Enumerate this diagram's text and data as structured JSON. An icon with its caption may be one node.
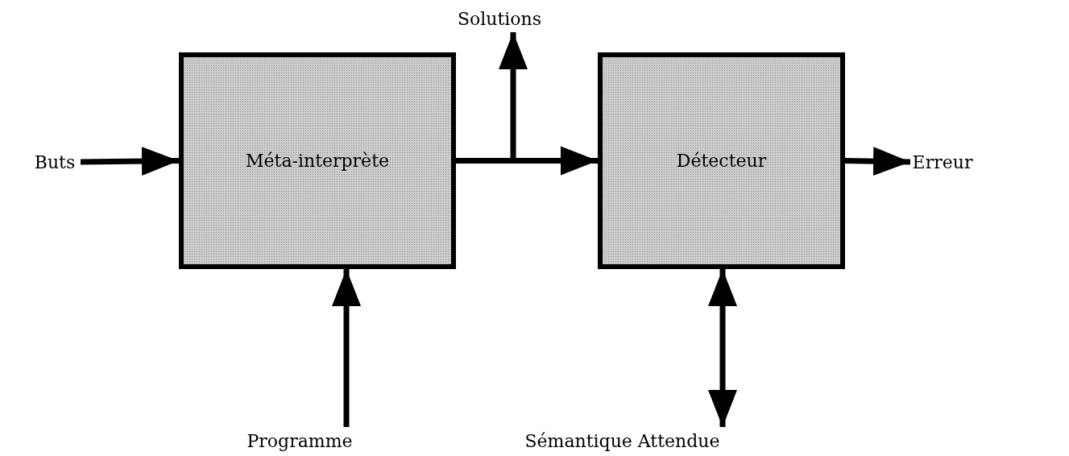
{
  "diagram": {
    "nodes": [
      {
        "text": [
          "Buts"
        ]
      },
      {
        "text": [
          "Méta-interprète"
        ]
      },
      {
        "text": [
          "Programme"
        ]
      },
      {
        "text": [
          "Solutions"
        ]
      },
      {
        "text": [
          "Détecteur"
        ]
      },
      {
        "text": [
          "Erreur"
        ]
      },
      {
        "text": [
          "Sémantique Attendue"
        ]
      }
    ],
    "edges": [
      {
        "from": 0,
        "to": 1,
        "arrow": "to"
      },
      {
        "from": 2,
        "to": 1,
        "arrow": "to"
      },
      {
        "from": 1,
        "to": 3,
        "arrow": "to"
      },
      {
        "from": 1,
        "to": 4,
        "arrow": "to"
      },
      {
        "from": 4,
        "to": 5,
        "arrow": "to"
      },
      {
        "from": 4,
        "to": 6,
        "arrow": "both"
      }
    ]
  }
}
